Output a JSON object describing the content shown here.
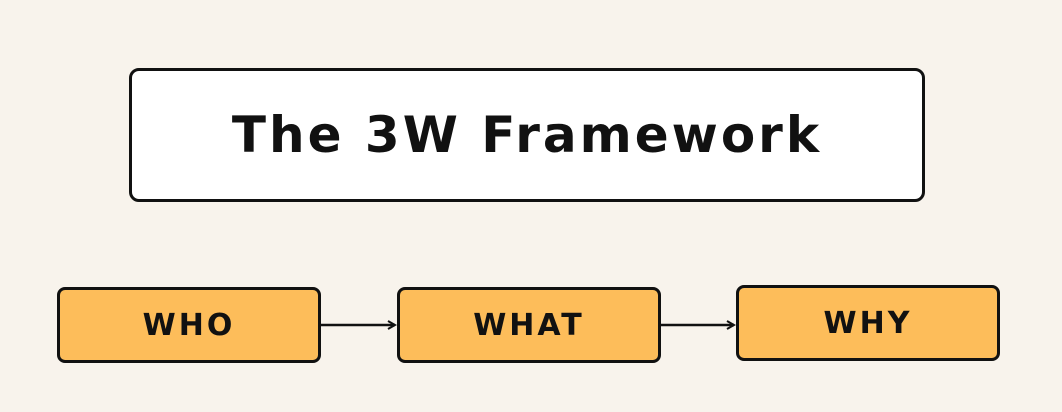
{
  "title": "The 3W Framework",
  "nodes": [
    {
      "label": "WHO"
    },
    {
      "label": "WHAT"
    },
    {
      "label": "WHY"
    }
  ],
  "colors": {
    "background": "#f8f3ec",
    "title_box": "#ffffff",
    "node_fill": "#fdbd5a",
    "stroke": "#111111"
  }
}
